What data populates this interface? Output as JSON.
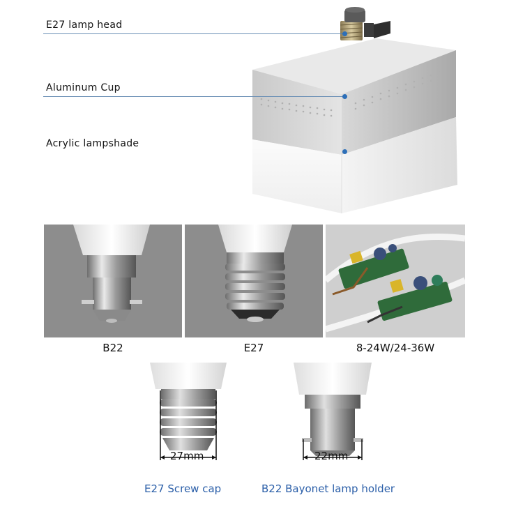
{
  "callouts": [
    {
      "label": "E27 lamp head"
    },
    {
      "label": "Aluminum Cup"
    },
    {
      "label": "Acrylic lampshade"
    }
  ],
  "panels": [
    {
      "caption": "B22"
    },
    {
      "caption": "E27"
    },
    {
      "caption": "8-24W/24-36W"
    }
  ],
  "bottom": {
    "left_dim": "27mm",
    "left_caption": "E27 Screw cap",
    "right_dim": "22mm",
    "right_caption": "B22 Bayonet lamp holder"
  },
  "colors": {
    "accent": "#2a5ea8",
    "panel_bg": "#8a8a8a"
  }
}
